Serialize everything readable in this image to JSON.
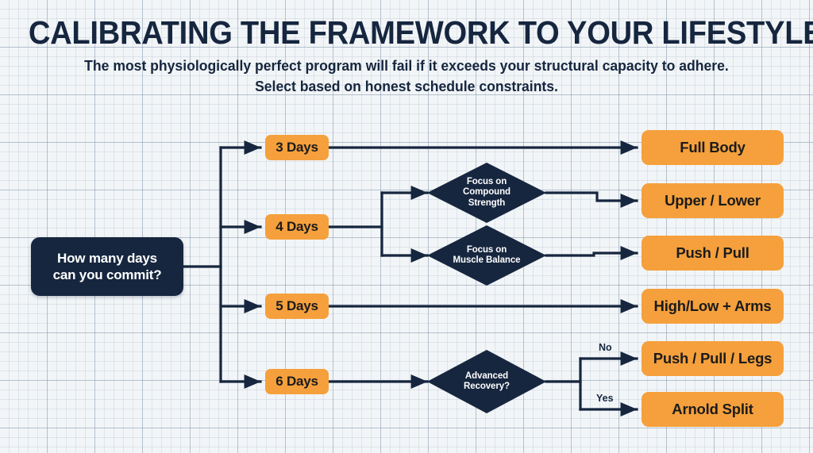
{
  "header": {
    "title": "CALIBRATING THE FRAMEWORK TO YOUR LIFESTYLE",
    "subtitle_line1": "The most physiologically perfect program will fail if it exceeds your structural capacity to adhere.",
    "subtitle_line2": "Select based on honest schedule constraints."
  },
  "colors": {
    "navy": "#16263f",
    "orange": "#f5a03c",
    "background": "#f2f5f7",
    "grid_line": "#8ea2b8",
    "connector": "#16263f",
    "node_text_light": "#ffffff",
    "node_text_dark": "#1b1b1b"
  },
  "root": {
    "line1": "How many days",
    "line2": "can you commit?"
  },
  "branches": [
    {
      "id": "days-3",
      "label": "3 Days"
    },
    {
      "id": "days-4",
      "label": "4 Days"
    },
    {
      "id": "days-5",
      "label": "5 Days"
    },
    {
      "id": "days-6",
      "label": "6 Days"
    }
  ],
  "decisions": [
    {
      "id": "compound-strength",
      "line1": "Focus on",
      "line2": "Compound",
      "line3": "Strength"
    },
    {
      "id": "muscle-balance",
      "line1": "Focus on",
      "line2": "Muscle Balance",
      "line3": ""
    },
    {
      "id": "advanced-recovery",
      "line1": "Advanced",
      "line2": "Recovery?",
      "line3": ""
    }
  ],
  "edge_labels": {
    "recovery_no": "No",
    "recovery_yes": "Yes"
  },
  "outcomes": [
    {
      "id": "full-body",
      "label": "Full Body"
    },
    {
      "id": "upper-lower",
      "label": "Upper / Lower"
    },
    {
      "id": "push-pull",
      "label": "Push / Pull"
    },
    {
      "id": "high-low-arms",
      "label": "High/Low + Arms"
    },
    {
      "id": "push-pull-legs",
      "label": "Push / Pull / Legs"
    },
    {
      "id": "arnold-split",
      "label": "Arnold Split"
    }
  ]
}
